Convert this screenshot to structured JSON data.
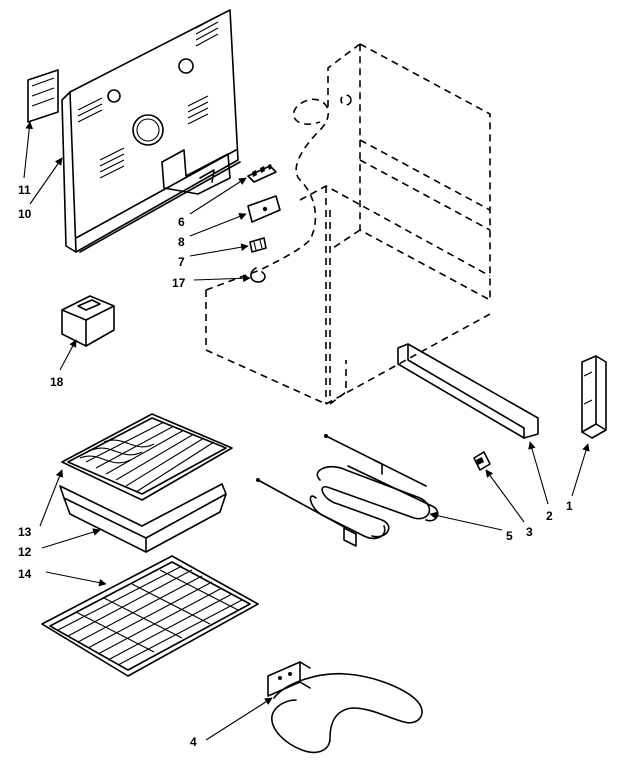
{
  "callouts": [
    {
      "id": "c11",
      "label": "11"
    },
    {
      "id": "c10",
      "label": "10"
    },
    {
      "id": "c6",
      "label": "6"
    },
    {
      "id": "c8",
      "label": "8"
    },
    {
      "id": "c7",
      "label": "7"
    },
    {
      "id": "c17",
      "label": "17"
    },
    {
      "id": "c18",
      "label": "18"
    },
    {
      "id": "c13",
      "label": "13"
    },
    {
      "id": "c12",
      "label": "12"
    },
    {
      "id": "c14",
      "label": "14"
    },
    {
      "id": "c5",
      "label": "5"
    },
    {
      "id": "c3",
      "label": "3"
    },
    {
      "id": "c2",
      "label": "2"
    },
    {
      "id": "c1",
      "label": "1"
    },
    {
      "id": "c4",
      "label": "4"
    }
  ]
}
